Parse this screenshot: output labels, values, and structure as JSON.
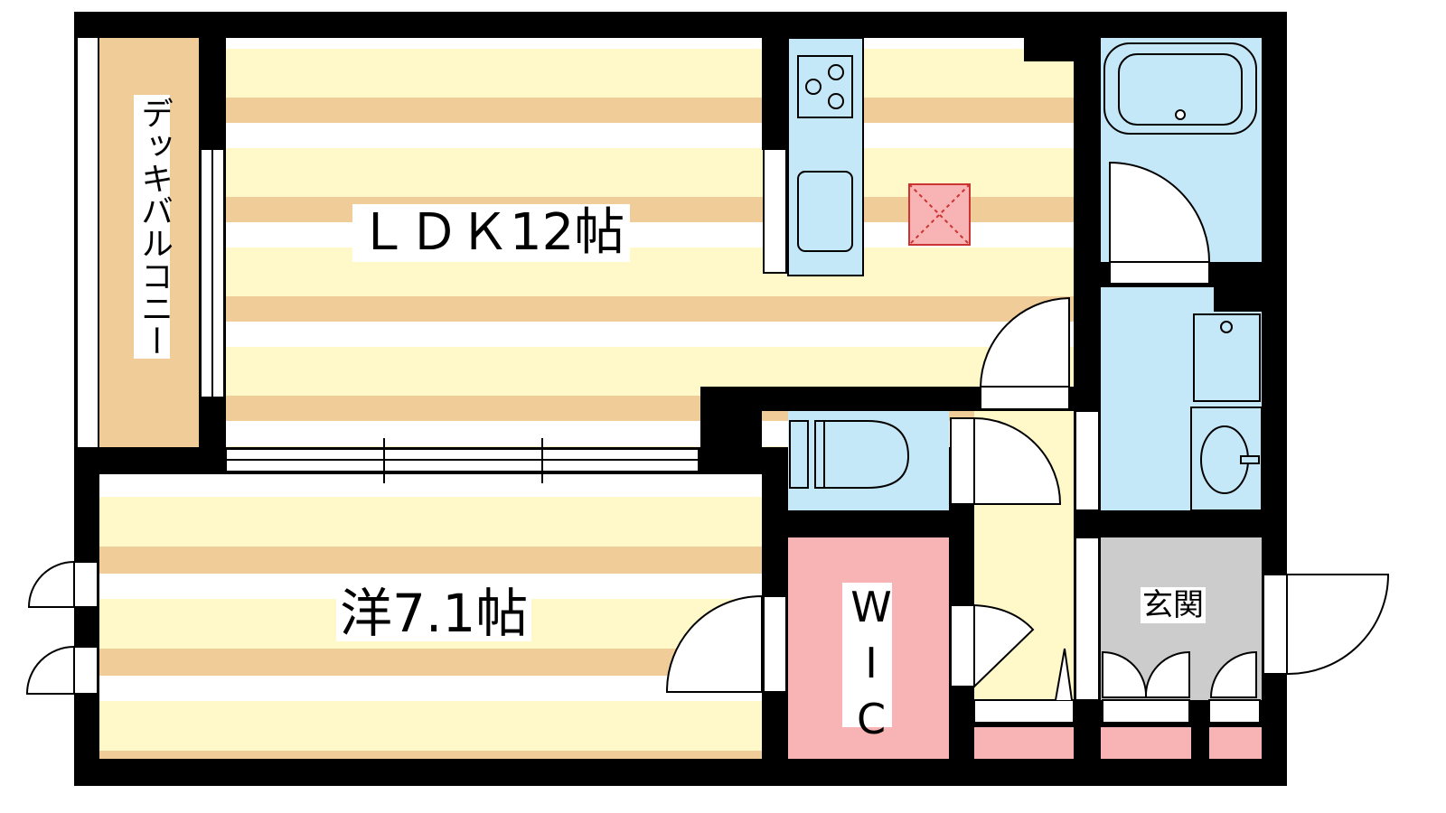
{
  "rooms": {
    "balcony": "デッキバルコニー",
    "ldk": "ＬＤＫ12帖",
    "western_room": "洋7.1帖",
    "wic": "WIC",
    "entrance": "玄関"
  },
  "colors": {
    "wall": "#000000",
    "floor_yellow": "#fff8c8",
    "floor_tan": "#f0cc98",
    "wet_blue": "#c4e8f8",
    "storage_pink": "#f8b4b4",
    "entrance_gray": "#cccccc"
  }
}
